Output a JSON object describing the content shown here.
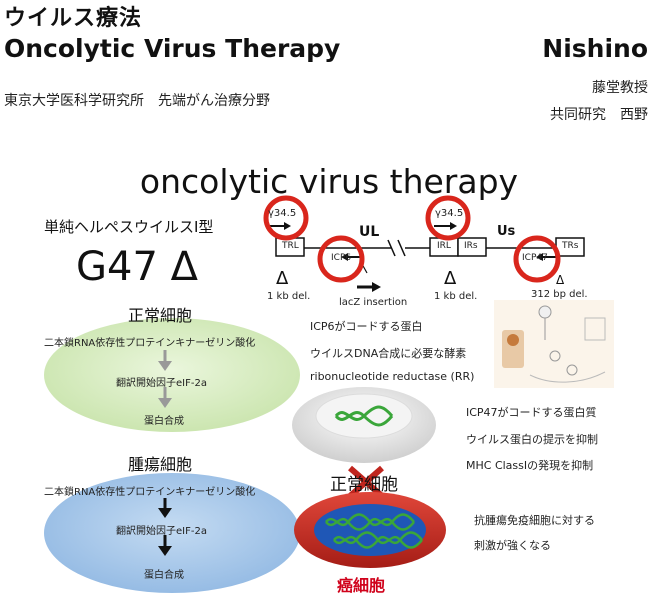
{
  "header": {
    "title_jp": "ウイルス療法",
    "title_en": "Oncolytic Virus Therapy",
    "author": "Nishino",
    "institute": "東京大学医科学研究所　先端がん治療分野",
    "professor": "藤堂教授",
    "collab": "共同研究　西野"
  },
  "main_title": "oncolytic virus therapy",
  "virus": {
    "type": "単純ヘルペスウイルスI型",
    "name": "G47 Δ"
  },
  "genome": {
    "gene1": "γ34.5",
    "gene2": "γ34.5",
    "trl": "TRL",
    "irl": "IRL",
    "irs": "IRs",
    "trs": "TRs",
    "ul": "UL",
    "us": "Us",
    "icp6": "ICP6",
    "icp47": "ICP47",
    "del1": "1 kb del.",
    "del2": "1 kb del.",
    "del3": "312 bp del.",
    "lacz": "lacZ insertion",
    "delta": "Δ"
  },
  "normal_cell": {
    "label": "正常細胞",
    "step1": "二本鎖RNA依存性プロテインキナーゼリン酸化",
    "step2": "翻訳開始因子eIF-2a",
    "step3": "蛋白合成"
  },
  "tumor_cell": {
    "label": "腫瘍細胞",
    "step1": "二本鎖RNA依存性プロテインキナーゼリン酸化",
    "step2": "翻訳開始因子eIF-2a",
    "step3": "蛋白合成"
  },
  "icp6_info": {
    "line1": "ICP6がコードする蛋白",
    "line2": "ウイルスDNA合成に必要な酵素",
    "line3": "ribonucleotide reductase (RR)"
  },
  "icp47_info": {
    "line1": "ICP47がコードする蛋白質",
    "line2": "ウイルス蛋白の提示を抑制",
    "line3": "MHC ClassIの発現を抑制"
  },
  "immune_info": {
    "line1": "抗腫瘍免疫細胞に対する",
    "line2": "刺激が強くなる"
  },
  "cell_labels": {
    "normal": "正常細胞",
    "cancer": "癌細胞"
  },
  "colors": {
    "red_circle": "#d9261c",
    "green_cell": "#d7ecc0",
    "blue_cell": "#a7c8e9",
    "cancer_red": "#c0251e",
    "cancer_blue": "#1f57b6",
    "dna_green": "#3aa63a"
  }
}
